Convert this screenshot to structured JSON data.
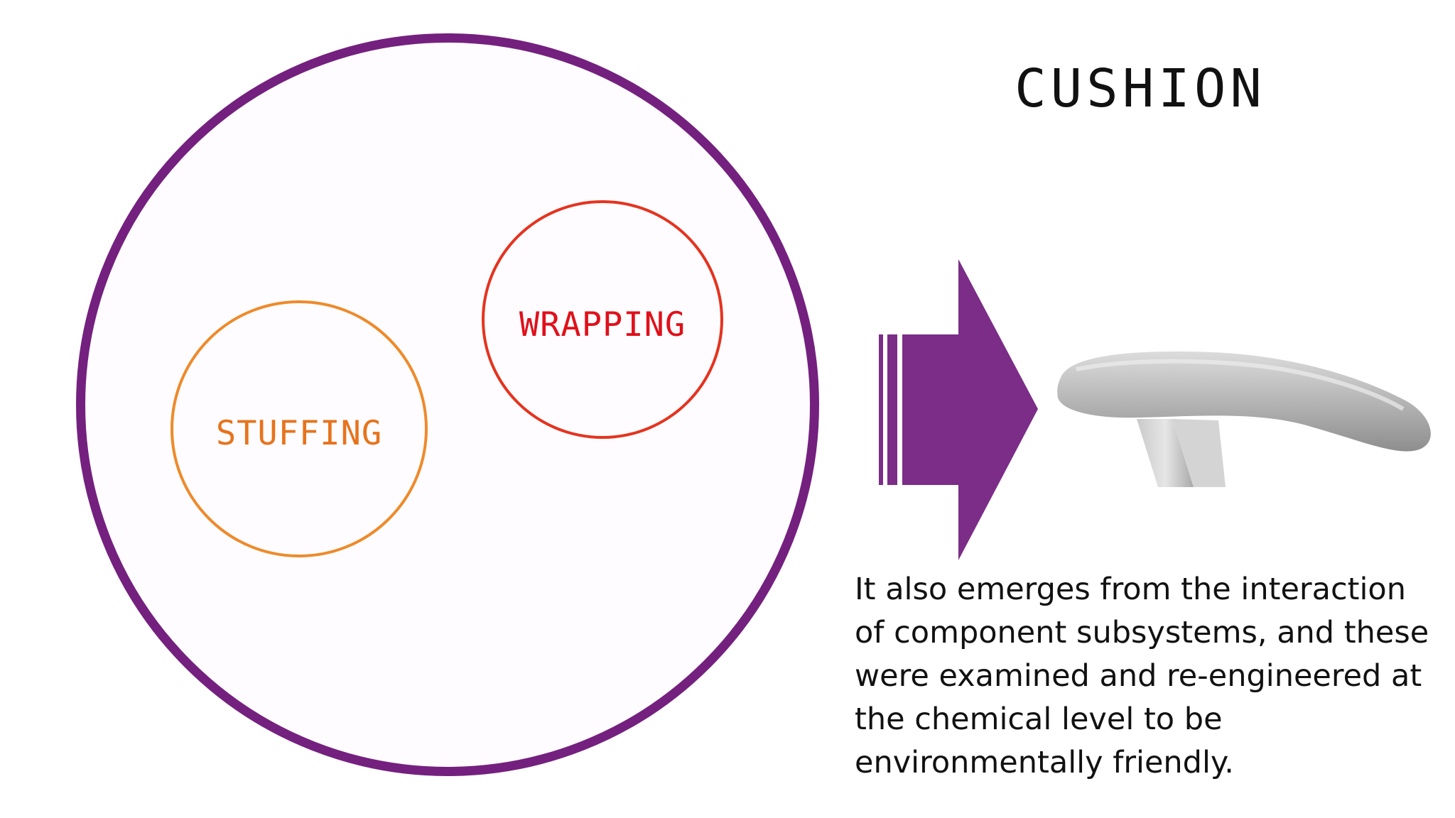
{
  "title": "CUSHION",
  "system": {
    "subsystems": [
      {
        "label": "STUFFING"
      },
      {
        "label": "WRAPPING"
      }
    ]
  },
  "description": "It also emerges from the interaction of component subsystems, and these were examined and re-engineered at the chemical level to be environmentally friendly.",
  "colors": {
    "system_ring": "#74207f",
    "arrow": "#7b2d87",
    "stuffing": "#e7731d",
    "wrapping": "#e0101b"
  }
}
